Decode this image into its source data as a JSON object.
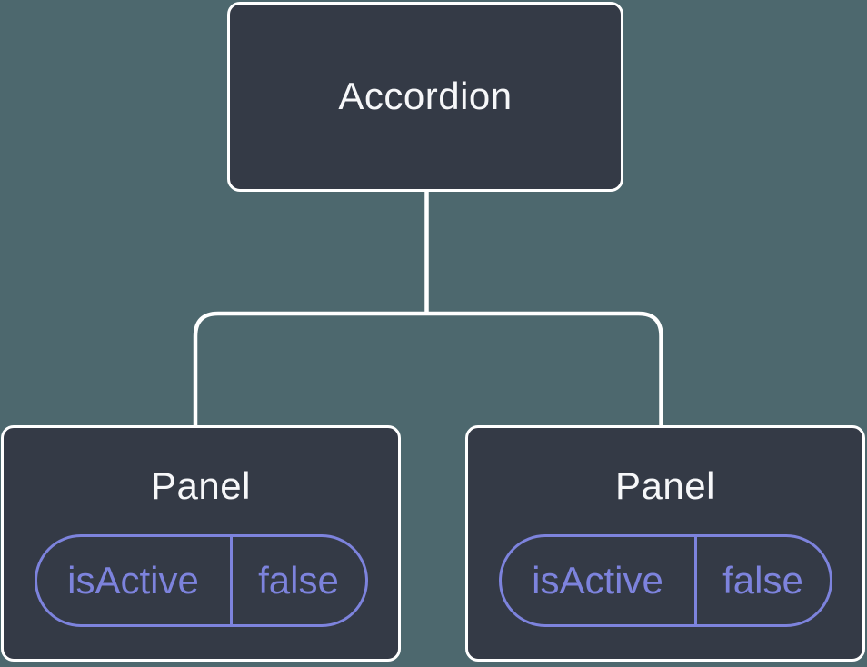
{
  "colors": {
    "background": "#4D686E",
    "node-fill": "#343A46",
    "node-border": "#FFFFFF",
    "connector": "#FFFFFF",
    "title-text": "#F6F7F9",
    "accent-purple": "#7D83DD"
  },
  "diagram": {
    "type": "component-tree",
    "root": {
      "label": "Accordion"
    },
    "children": [
      {
        "label": "Panel",
        "state_key": "isActive",
        "state_value": "false"
      },
      {
        "label": "Panel",
        "state_key": "isActive",
        "state_value": "false"
      }
    ]
  }
}
